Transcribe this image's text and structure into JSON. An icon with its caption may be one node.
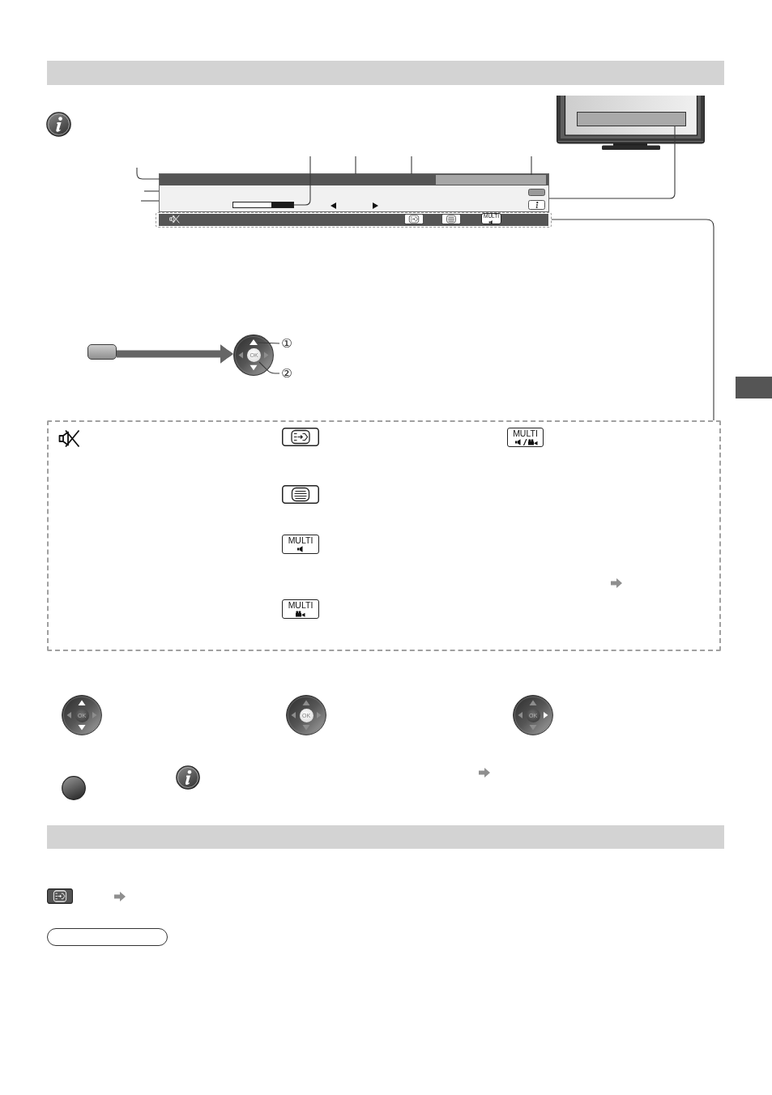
{
  "diagram": {
    "nodes": [
      {
        "text": [],
        "shape": "picture"
      },
      {
        "text": [],
        "shape": "bar",
        "in": 0
      },
      {
        "text": [],
        "shape": "box"
      },
      {
        "text": [],
        "shape": "bar",
        "in": 2
      },
      {
        "text": [],
        "shape": "bar",
        "in": 3
      },
      {
        "text": [],
        "shape": "bar",
        "in": 2
      },
      {
        "text": [],
        "shape": "box"
      },
      {
        "text": [],
        "shape": "box"
      },
      {
        "text": [],
        "shape": "picture"
      },
      {
        "text": [],
        "shape": "triangle",
        "in": 8
      },
      {
        "text": [
          "OK"
        ],
        "in": 8
      },
      {
        "text": [
          "①"
        ]
      },
      {
        "text": [
          "②"
        ]
      },
      {
        "text": [],
        "shape": "box"
      },
      {
        "text": [],
        "shape": "box"
      }
    ],
    "edges": [
      {
        "from": 1,
        "to": 2,
        "arrow": "none"
      },
      {
        "from": null,
        "to": 3,
        "arrow": "none"
      },
      {
        "from": null,
        "to": 2,
        "arrow": "none"
      },
      {
        "from": null,
        "to": 2,
        "arrow": "none"
      },
      {
        "from": null,
        "to": 5,
        "arrow": "none"
      },
      {
        "from": null,
        "to": 3,
        "arrow": "none"
      },
      {
        "from": null,
        "to": 3,
        "arrow": "none"
      },
      {
        "from": null,
        "to": 4,
        "arrow": "none"
      },
      {
        "from": 6,
        "to": 13,
        "arrow": "none"
      },
      {
        "from": 7,
        "to": 8,
        "arrow": "to",
        "style": "thick",
        "color": "#666666"
      },
      {
        "from": 11,
        "to": 9,
        "arrow": "none"
      },
      {
        "from": 12,
        "to": 10,
        "arrow": "none"
      }
    ],
    "labels": [
      "MULTI",
      "MULTI",
      "MULTI",
      "MULTI",
      "OK",
      "OK",
      "OK"
    ]
  }
}
